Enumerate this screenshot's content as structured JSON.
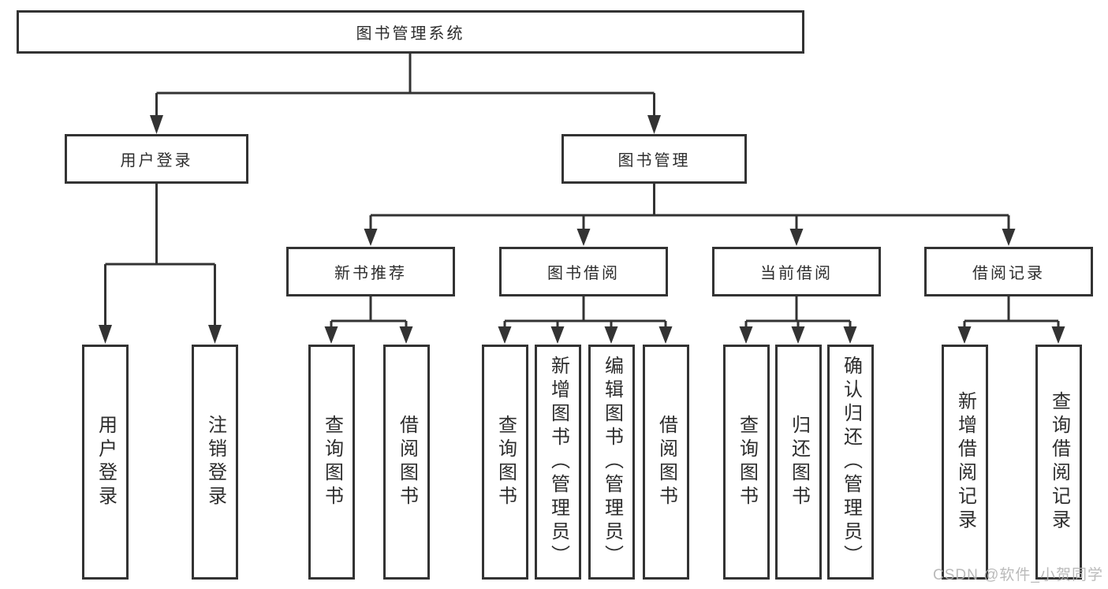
{
  "tree": {
    "root": {
      "label": "图书管理系统"
    },
    "branches": [
      {
        "label": "用户登录",
        "children": [
          "用户登录",
          "注销登录"
        ]
      },
      {
        "label": "图书管理"
      }
    ],
    "modules": [
      {
        "label": "新书推荐",
        "children": [
          "查询图书",
          "借阅图书"
        ]
      },
      {
        "label": "图书借阅",
        "children": [
          "查询图书",
          "新增图书（管理员）",
          "编辑图书（管理员）",
          "借阅图书"
        ]
      },
      {
        "label": "当前借阅",
        "children": [
          "查询图书",
          "归还图书",
          "确认归还（管理员）"
        ]
      },
      {
        "label": "借阅记录",
        "children": [
          "新增借阅记录",
          "查询借阅记录"
        ]
      }
    ]
  },
  "watermark": {
    "text": "CSDN @软件_小贺同学"
  },
  "colors": {
    "line": "#333333",
    "box_border": "#333333",
    "text": "#2d2d2d",
    "watermark": "#b3b3b3",
    "background": "#ffffff"
  }
}
